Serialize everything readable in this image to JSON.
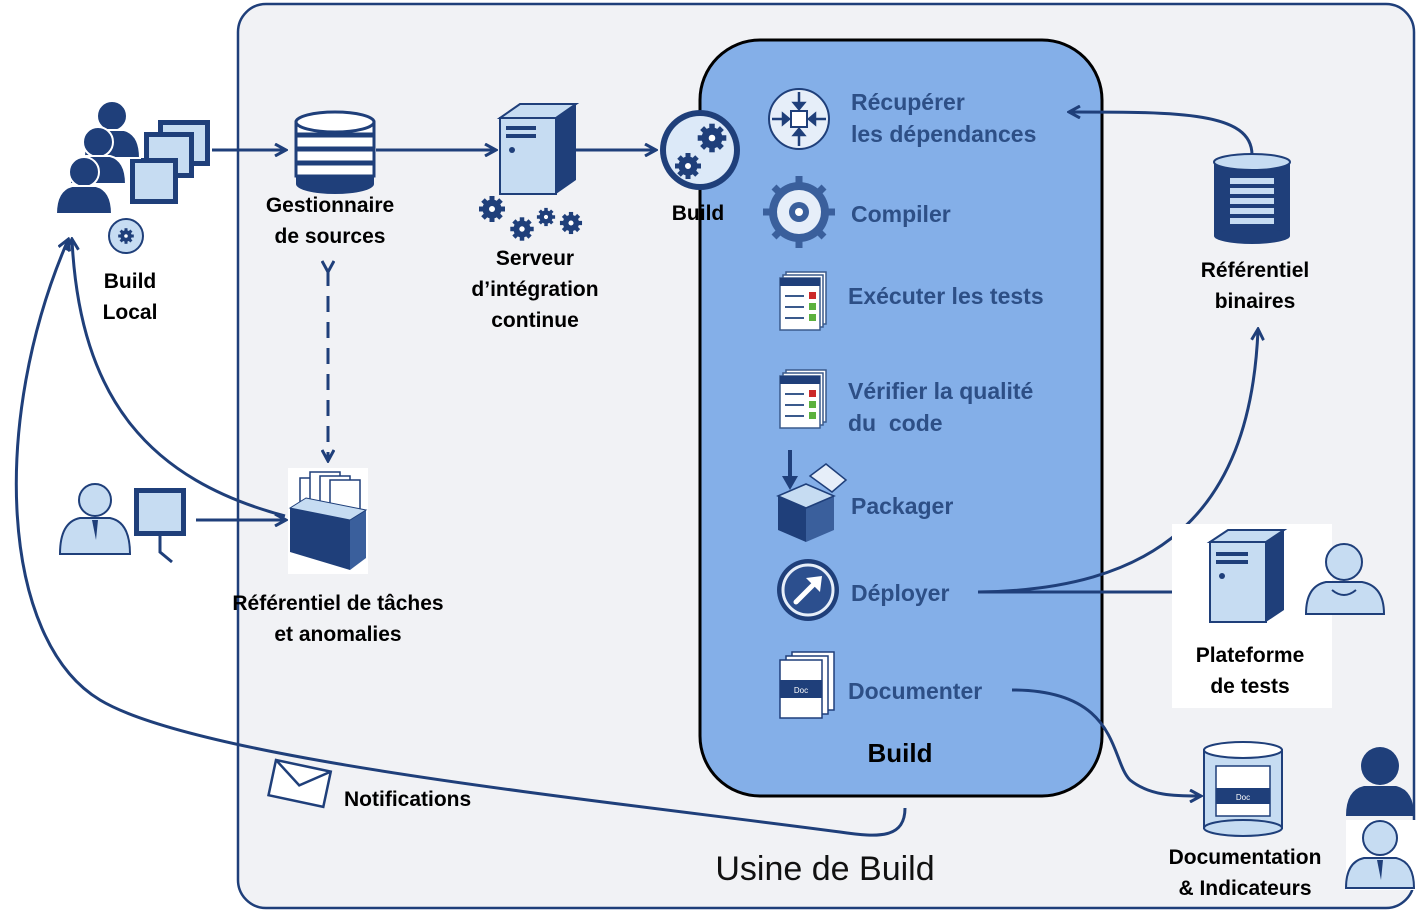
{
  "title": "Usine de Build",
  "build_box": {
    "title": "Build",
    "steps": [
      {
        "icon": "target-icon",
        "line1": "Récupérer",
        "line2": "les dépendances"
      },
      {
        "icon": "gear-icon",
        "line1": "Compiler",
        "line2": ""
      },
      {
        "icon": "checklist-icon",
        "line1": "Exécuter les tests",
        "line2": ""
      },
      {
        "icon": "checklist-icon",
        "line1": "Vérifier la qualité",
        "line2": "du  code"
      },
      {
        "icon": "package-icon",
        "line1": "Packager",
        "line2": ""
      },
      {
        "icon": "deploy-arrow-icon",
        "line1": "Déployer",
        "line2": ""
      },
      {
        "icon": "document-stack-icon",
        "line1": "Documenter",
        "line2": ""
      }
    ]
  },
  "nodes": {
    "build_local": {
      "line1": "Build",
      "line2": "Local"
    },
    "gestionnaire": {
      "line1": "Gestionnaire",
      "line2": "de sources"
    },
    "serveur": {
      "line1": "Serveur",
      "line2": "d’intégration",
      "line3": "continue"
    },
    "build_trigger": {
      "label": "Build"
    },
    "referentiel_taches": {
      "line1": "Référentiel de tâches",
      "line2": "et anomalies"
    },
    "referentiel_binaires": {
      "line1": "Référentiel",
      "line2": "binaires"
    },
    "plateforme": {
      "line1": "Plateforme",
      "line2": "de tests"
    },
    "documentation": {
      "line1": "Documentation",
      "line2": "& Indicateurs"
    },
    "notifications": {
      "label": "Notifications"
    }
  },
  "colors": {
    "navy": "#1f3f7a",
    "arrow": "#1f3f7a",
    "build_box_fill": "#84afe8",
    "panel_fill": "#f1f2f5",
    "step_text": "#2d4f86",
    "light_blue": "#c6dcf2"
  }
}
